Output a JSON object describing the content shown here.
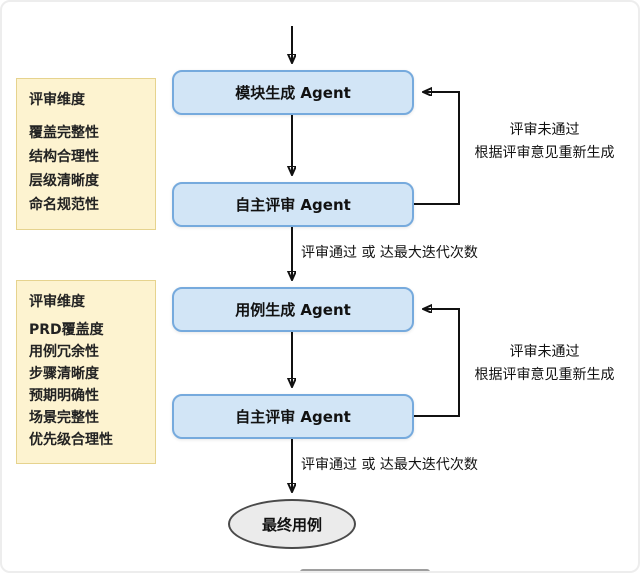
{
  "diagram": {
    "side_panels": [
      {
        "title": "评审维度",
        "items": [
          "覆盖完整性",
          "结构合理性",
          "层级清晰度",
          "命名规范性"
        ]
      },
      {
        "title": "评审维度",
        "items": [
          "PRD覆盖度",
          "用例冗余性",
          "步骤清晰度",
          "预期明确性",
          "场景完整性",
          "优先级合理性"
        ]
      }
    ],
    "nodes": [
      {
        "id": "module-generation-agent",
        "label": "模块生成 Agent"
      },
      {
        "id": "self-review-agent-1",
        "label": "自主评审 Agent"
      },
      {
        "id": "case-generation-agent",
        "label": "用例生成 Agent"
      },
      {
        "id": "self-review-agent-2",
        "label": "自主评审 Agent"
      },
      {
        "id": "final-cases",
        "label": "最终用例"
      }
    ],
    "edges": {
      "fail_1": {
        "line1": "评审未通过",
        "line2": "根据评审意见重新生成"
      },
      "pass_1": "评审通过 或 达最大迭代次数",
      "fail_2": {
        "line1": "评审未通过",
        "line2": "根据评审意见重新生成"
      },
      "pass_2": "评审通过 或 达最大迭代次数"
    },
    "colors": {
      "node_fill": "#d2e5f6",
      "node_border": "#76aadd",
      "panel_fill": "#fdf3d0",
      "panel_border": "#e6d38e",
      "terminal_fill": "#ebebeb",
      "terminal_border": "#4a4a4a",
      "arrow": "#111111"
    }
  }
}
